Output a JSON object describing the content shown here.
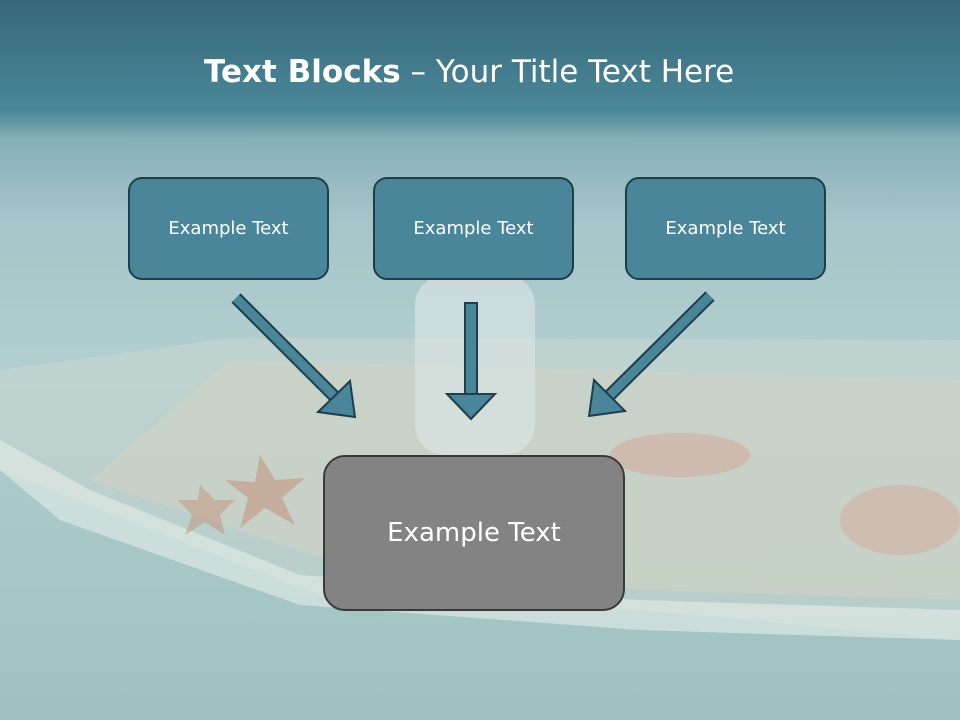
{
  "title": {
    "bold": "Text Blocks",
    "rest": " – Your Title Text Here"
  },
  "blocks": [
    {
      "label": "Example Text"
    },
    {
      "label": "Example Text"
    },
    {
      "label": "Example Text"
    }
  ],
  "main_block": {
    "label": "Example Text"
  },
  "colors": {
    "box_fill": "#4a8699",
    "box_border": "#1d3e4a",
    "main_fill": "#838383",
    "arrow_fill": "#4a8699"
  }
}
